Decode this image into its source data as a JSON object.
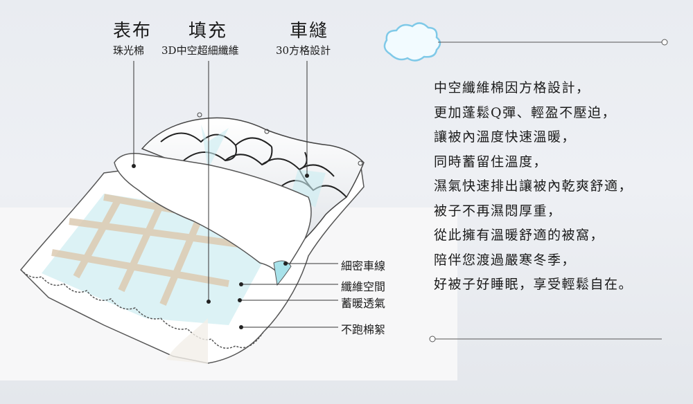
{
  "layers": [
    {
      "title": "表布",
      "subtitle": "珠光棉"
    },
    {
      "title": "填充",
      "subtitle": "3D中空超細纖維"
    },
    {
      "title": "車縫",
      "subtitle": "30方格設計"
    }
  ],
  "callouts": [
    "細密車線",
    "纖維空間",
    "蓄暖透氣",
    "不跑棉絮"
  ],
  "description": [
    "中空纖維棉因方格設計，",
    "更加蓬鬆Q彈、輕盈不壓迫，",
    "讓被內溫度快速溫暖，",
    "同時蓄留住溫度，",
    "濕氣快速排出讓被內乾爽舒適，",
    "被子不再濕悶厚重，",
    "從此擁有溫暖舒適的被窩，",
    "陪伴您渡過嚴寒冬季，",
    "好被子好睡眠，享受輕鬆自在。"
  ],
  "icons": {
    "cloud": "cloud-icon"
  },
  "colors": {
    "line": "#333333",
    "cloud_stroke": "#7fc9e8",
    "cloud_fill": "#f2fbff",
    "fiber_blue": "#c9ecf2",
    "fabric_tan": "#dccbb2"
  }
}
